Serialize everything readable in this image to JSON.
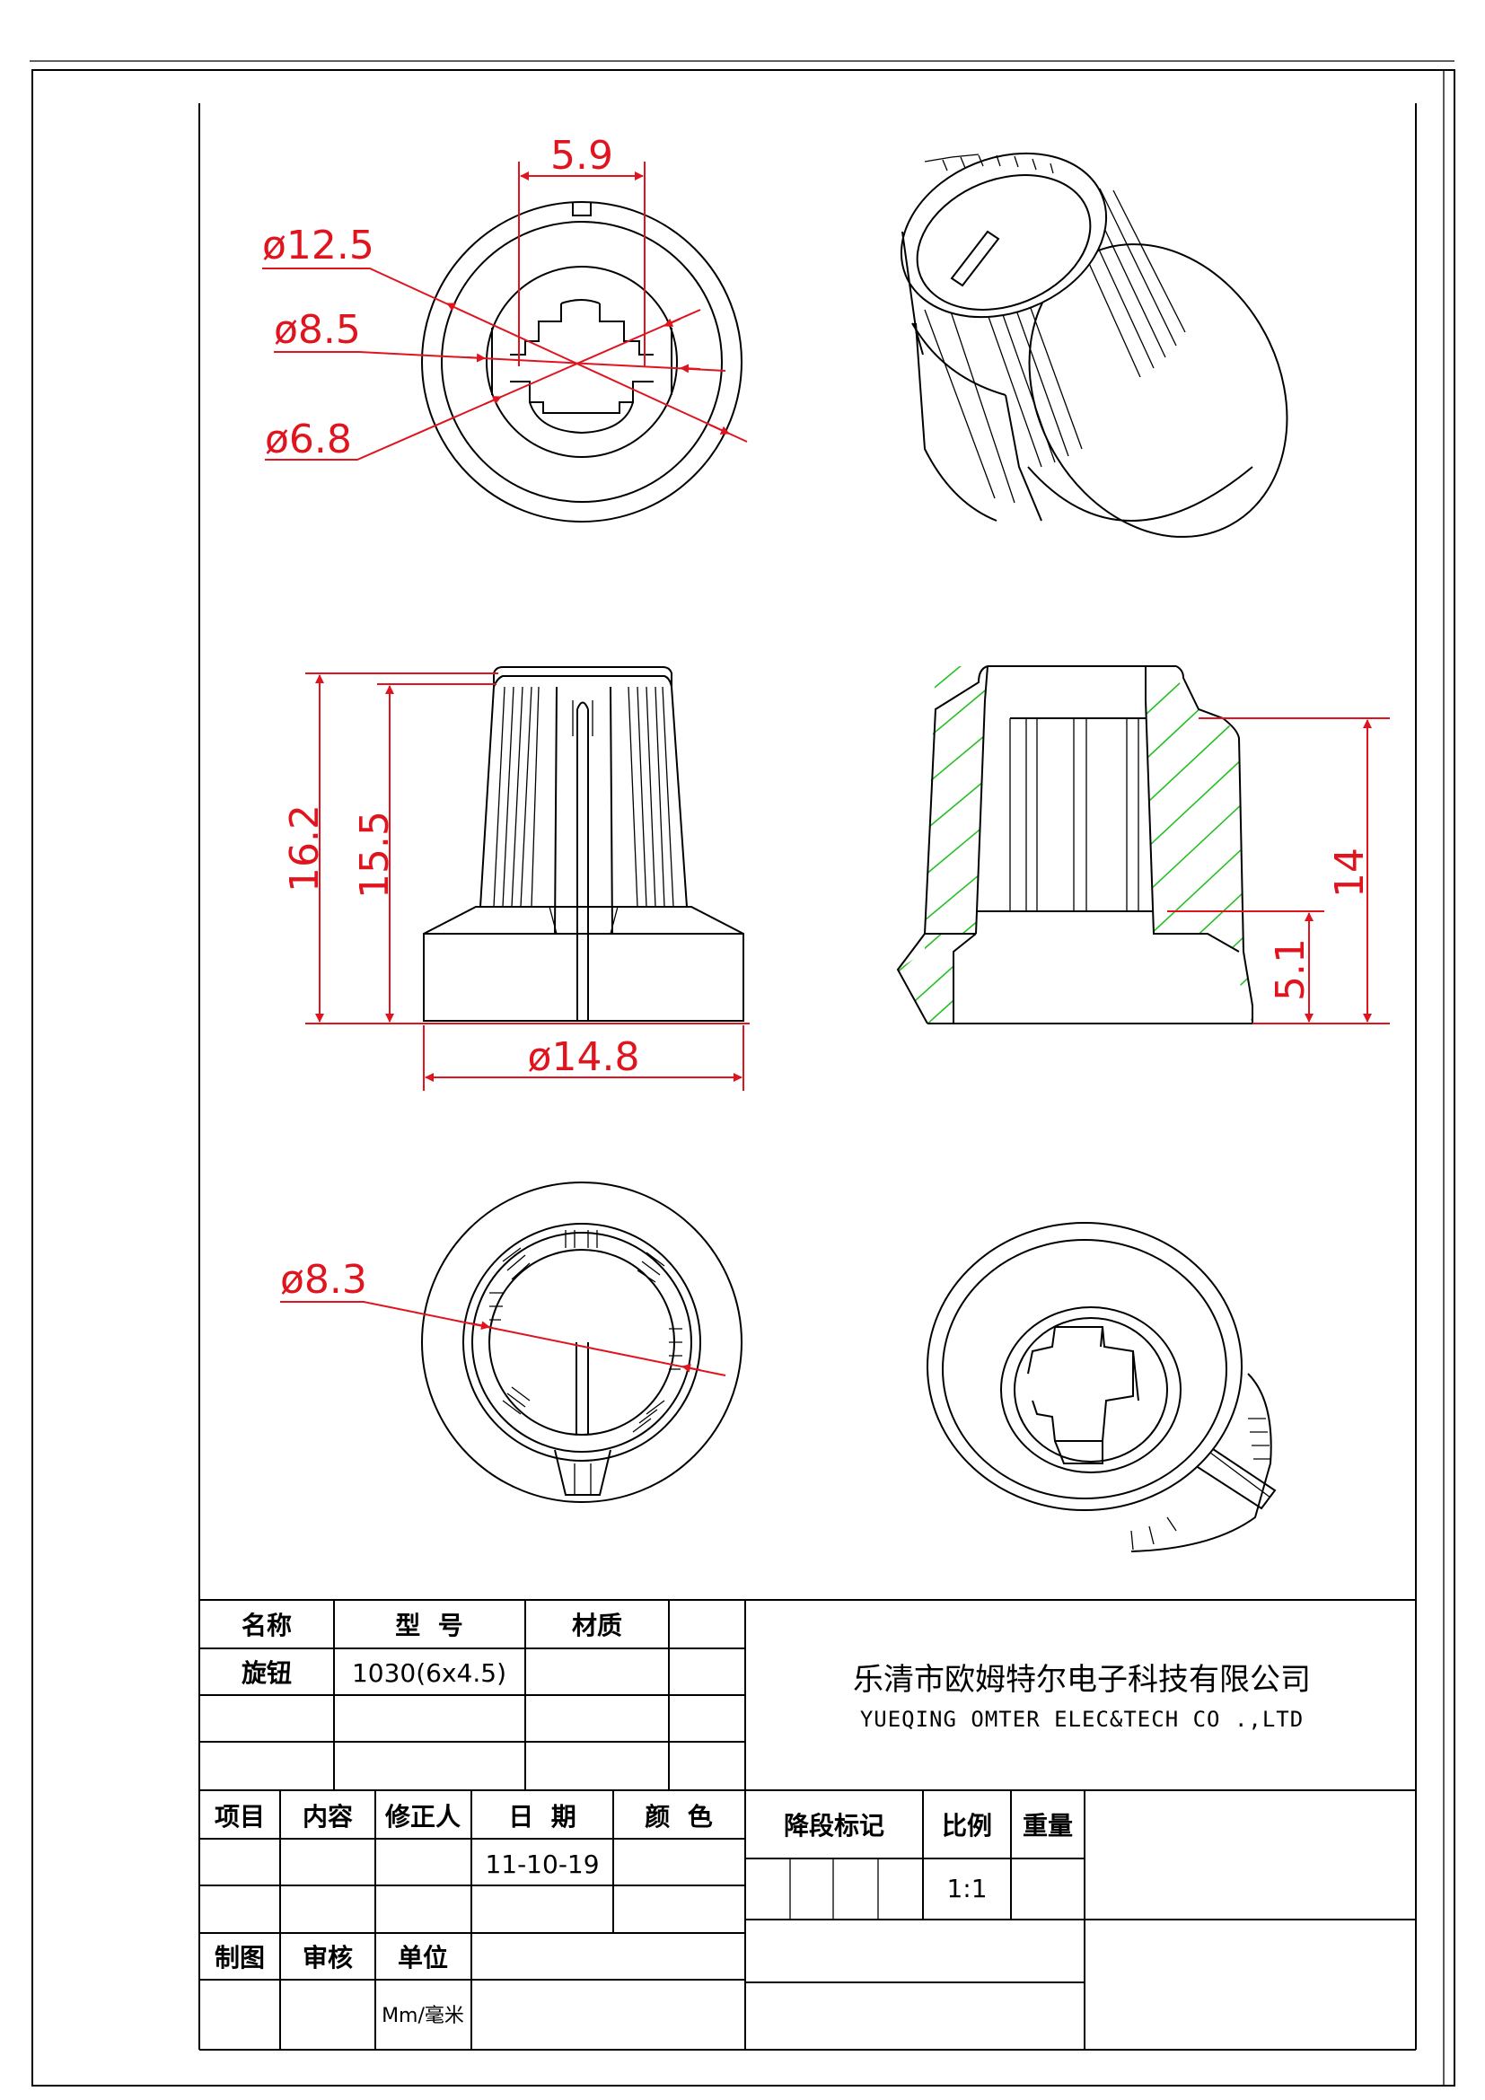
{
  "dimensions": {
    "slot_width": "5.9",
    "outer_diameter": "ø12.5",
    "mid_diameter": "ø8.5",
    "inner_diameter": "ø6.8",
    "total_height": "16.2",
    "body_height": "15.5",
    "base_diameter": "ø14.8",
    "section_height": "14",
    "skirt_height": "5.1",
    "bore_diameter": "ø8.3"
  },
  "title_block": {
    "h_name": "名称",
    "h_model": "型  号",
    "h_material": "材质",
    "v_name": "旋钮",
    "v_model": "1030(6x4.5)",
    "company_cn": "乐清市欧姆特尔电子科技有限公司",
    "company_en": "YUEQING OMTER ELEC&TECH CO .,LTD",
    "h_item": "项目",
    "h_content": "内容",
    "h_reviser": "修正人",
    "h_date": "日  期",
    "h_color": "颜  色",
    "v_date": "11-10-19",
    "h_stage": "降段标记",
    "h_scale": "比例",
    "h_weight": "重量",
    "v_scale": "1:1",
    "h_drawn": "制图",
    "h_check": "审核",
    "h_unit": "单位",
    "v_unit": "Mm/毫米"
  },
  "colors": {
    "dimension": "#e0141e",
    "hatch": "#25c025",
    "line": "#000000"
  }
}
